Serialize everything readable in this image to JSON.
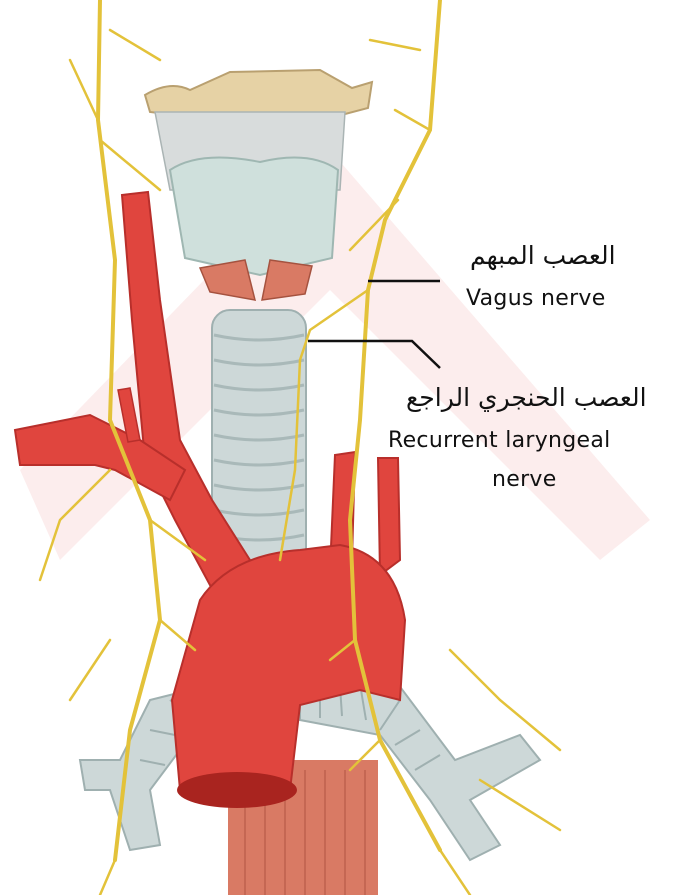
{
  "labels": {
    "vagus_ar": "العصب المبهم",
    "vagus_en": "Vagus nerve",
    "recurrent_ar": "العصب الحنجري الراجع",
    "recurrent_en_line1": "Recurrent laryngeal",
    "recurrent_en_line2": "nerve"
  },
  "colors": {
    "artery": "#e0453e",
    "artery_dark": "#b82f2b",
    "cartilage": "#cfd8d8",
    "bone": "#e6d2a5",
    "nerve": "#e3c23a",
    "muscle": "#d97a64",
    "watermark": "#fbe8e8"
  }
}
